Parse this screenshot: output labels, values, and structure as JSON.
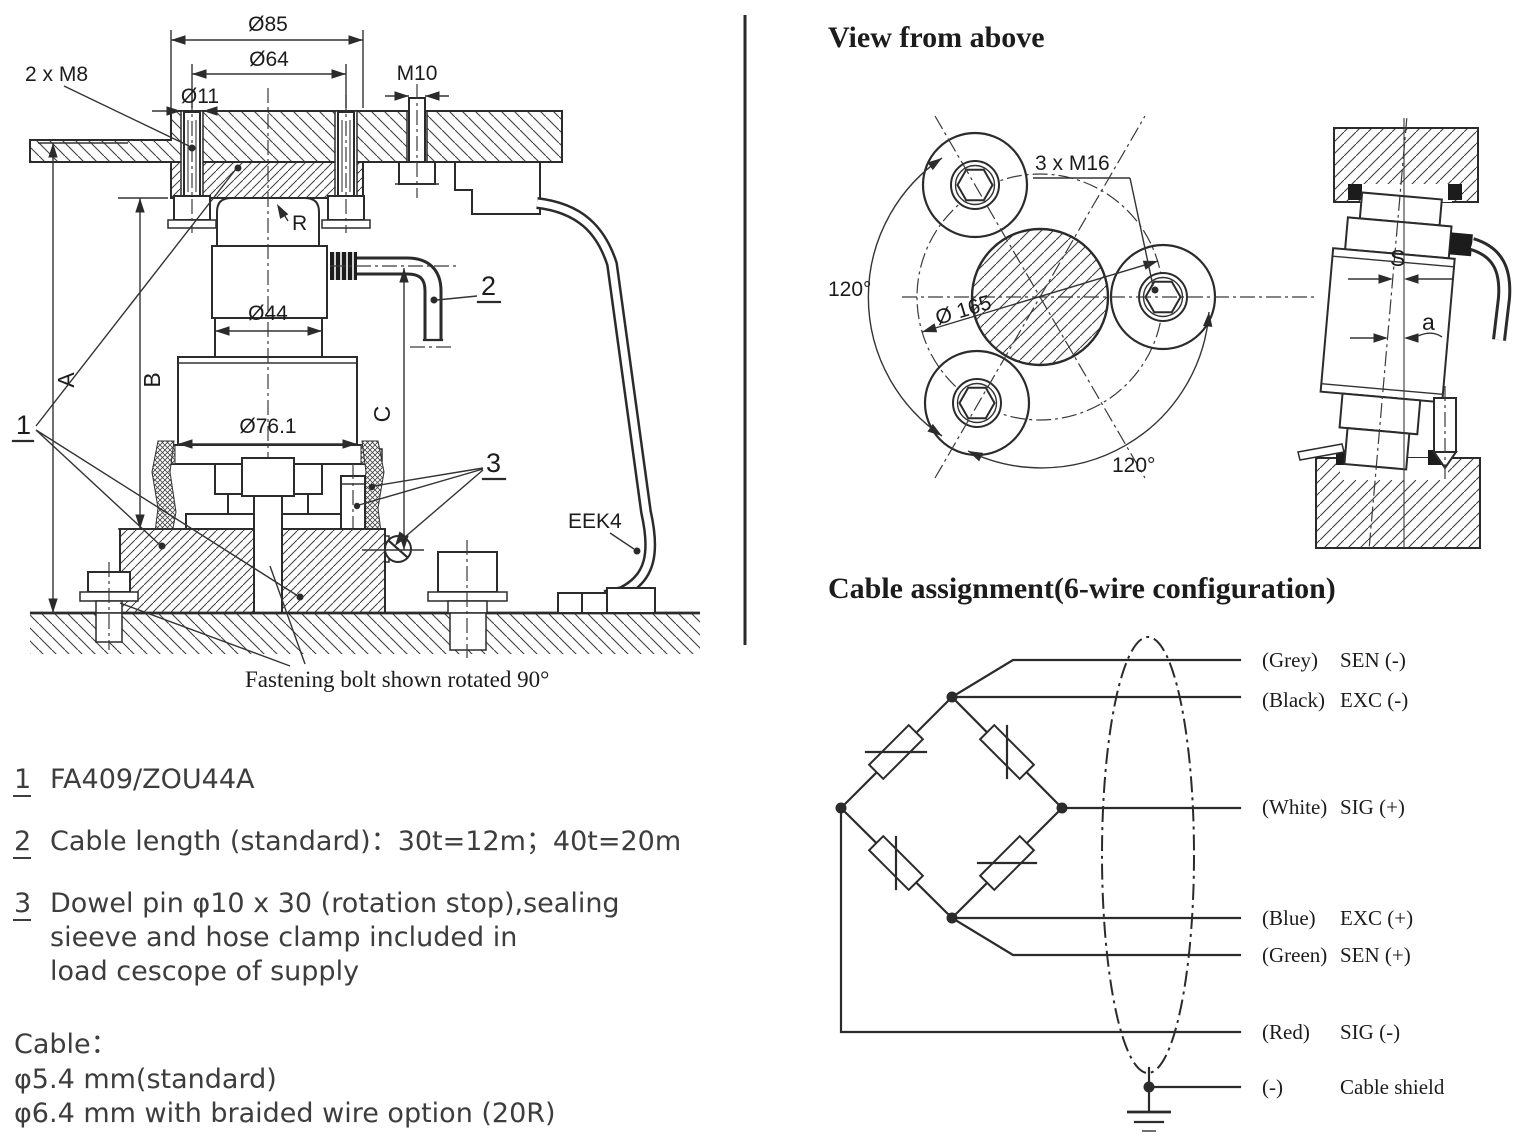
{
  "colors": {
    "ink": "#2b2b2b",
    "background": "#ffffff"
  },
  "left_drawing": {
    "dims": {
      "d85": "Ø85",
      "d64": "Ø64",
      "d11": "Ø11",
      "m8": "2 x M8",
      "m10": "M10",
      "r": "R",
      "d44": "Ø44",
      "d761": "Ø76.1",
      "A": "A",
      "B": "B",
      "C": "C"
    },
    "callouts": {
      "c1": "1",
      "c2": "2",
      "c3": "3",
      "eek4": "EEK4"
    },
    "caption": "Fastening bolt shown rotated 90°"
  },
  "top_view": {
    "title": "View from above",
    "bolts": "3 x M16",
    "bolt_circle": "Ø 165",
    "angle_left": "120°",
    "angle_bottom": "120°",
    "side": {
      "s": "S",
      "a": "a"
    }
  },
  "cable_assignment": {
    "title": "Cable assignment(6-wire configuration)",
    "wires": [
      {
        "color": "(Grey)",
        "signal": "SEN (-)"
      },
      {
        "color": "(Black)",
        "signal": "EXC (-)"
      },
      {
        "color": "(White)",
        "signal": "SIG (+)"
      },
      {
        "color": "(Blue)",
        "signal": "EXC (+)"
      },
      {
        "color": "(Green)",
        "signal": "SEN (+)"
      },
      {
        "color": "(Red)",
        "signal": "SIG (-)"
      },
      {
        "color": "(-)",
        "signal": "Cable shield"
      }
    ]
  },
  "notes": {
    "items": [
      {
        "num": "1",
        "line1": "FA409/ZOU44A"
      },
      {
        "num": "2",
        "line1": "Cable length (standard)：30t=12m；40t=20m"
      },
      {
        "num": "3",
        "line1": "Dowel pin φ10 x 30 (rotation stop),sealing",
        "line2": "sieeve and hose clamp included in",
        "line3": "load cescope of supply"
      }
    ],
    "cable_heading": "Cable：",
    "cable_option1": "φ5.4 mm(standard)",
    "cable_option2": "φ6.4 mm with braided wire option (20R)"
  }
}
